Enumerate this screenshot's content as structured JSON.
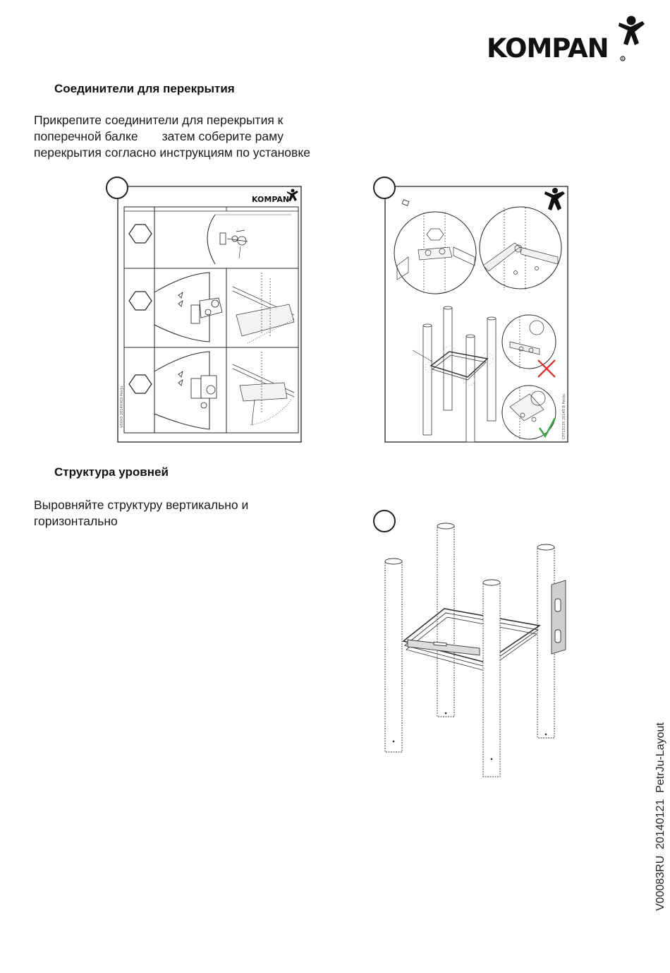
{
  "brand": {
    "logo_text": "KOMPAN"
  },
  "section1": {
    "heading": "Соединители для перекрытия",
    "paragraph_lines": [
      "Прикрепите соединители для перекрытия к",
      "поперечной балке       затем соберите раму",
      "перекрытия согласно инструкциям по установке"
    ]
  },
  "figure_a": {
    "header_logo": "KOMPAN",
    "side_code": "V00X0 20140303 PetrJu",
    "rows": 3
  },
  "figure_b": {
    "side_code": "CFF1313X 20140 B PetrJu"
  },
  "section2": {
    "heading": "Структура уровней",
    "paragraph_lines": [
      "Выровняйте структуру вертикально и",
      "горизонтально"
    ]
  },
  "footer": {
    "doc_code": "V00083RU  20140121  PetrJu-Layout"
  },
  "colors": {
    "text": "#1a1a1a",
    "line": "#222222",
    "cross": "#d9262b",
    "check": "#3aa64a"
  }
}
